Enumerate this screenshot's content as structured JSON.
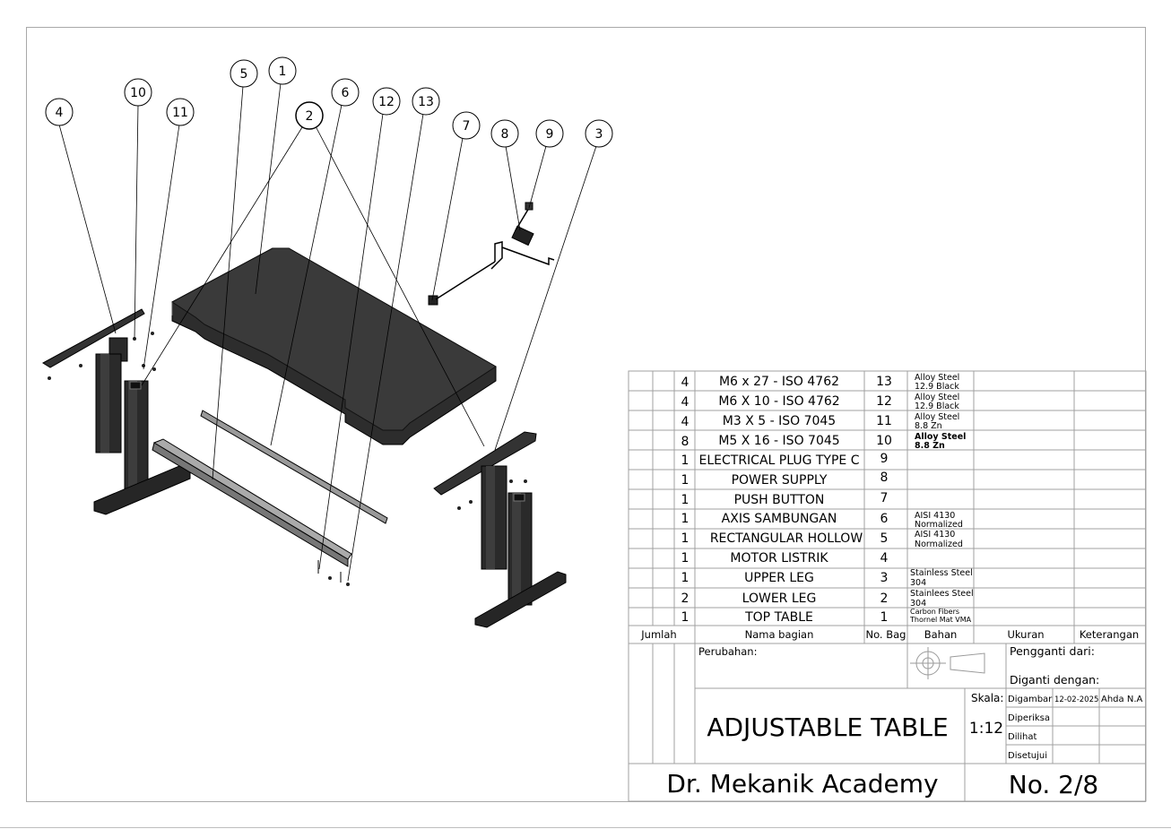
{
  "drawing": {
    "balloons": [
      {
        "id": "balloon-1",
        "text": "1"
      },
      {
        "id": "balloon-2",
        "text": "2"
      },
      {
        "id": "balloon-3",
        "text": "3"
      },
      {
        "id": "balloon-4",
        "text": "4"
      },
      {
        "id": "balloon-5",
        "text": "5"
      },
      {
        "id": "balloon-6",
        "text": "6"
      },
      {
        "id": "balloon-7",
        "text": "7"
      },
      {
        "id": "balloon-8",
        "text": "8"
      },
      {
        "id": "balloon-9",
        "text": "9"
      },
      {
        "id": "balloon-10",
        "text": "10"
      },
      {
        "id": "balloon-11",
        "text": "11"
      },
      {
        "id": "balloon-12",
        "text": "12"
      },
      {
        "id": "balloon-13",
        "text": "13"
      }
    ]
  },
  "bom": {
    "rows": [
      {
        "qty": "4",
        "name": "M6 x 27 - ISO 4762",
        "no": "13",
        "material": [
          "Alloy Steel",
          "12.9 Black"
        ]
      },
      {
        "qty": "4",
        "name": "M6 X 10 - ISO 4762",
        "no": "12",
        "material": [
          "Alloy Steel",
          "12.9 Black"
        ]
      },
      {
        "qty": "4",
        "name": "M3 X 5 - ISO 7045",
        "no": "11",
        "material": [
          "Alloy Steel",
          "8.8 Zn"
        ]
      },
      {
        "qty": "8",
        "name": "M5 X 16 - ISO 7045",
        "no": "10",
        "material": [
          "Alloy Steel",
          "8.8 Zn"
        ]
      },
      {
        "qty": "1",
        "name": "ELECTRICAL PLUG TYPE C",
        "no": "9",
        "material": []
      },
      {
        "qty": "1",
        "name": "POWER SUPPLY",
        "no": "8",
        "material": []
      },
      {
        "qty": "1",
        "name": "PUSH BUTTON",
        "no": "7",
        "material": []
      },
      {
        "qty": "1",
        "name": "AXIS SAMBUNGAN",
        "no": "6",
        "material": [
          "AISI 4130",
          "Normalized"
        ]
      },
      {
        "qty": "1",
        "name": "RECTANGULAR HOLLOW",
        "no": "5",
        "material": [
          "AISI 4130",
          "Normalized"
        ]
      },
      {
        "qty": "1",
        "name": "MOTOR LISTRIK",
        "no": "4",
        "material": []
      },
      {
        "qty": "1",
        "name": "UPPER LEG",
        "no": "3",
        "material": [
          "Stainless Steel",
          "304"
        ]
      },
      {
        "qty": "2",
        "name": "LOWER LEG",
        "no": "2",
        "material": [
          "Stainlees Steel",
          "304"
        ]
      },
      {
        "qty": "1",
        "name": "TOP TABLE",
        "no": "1",
        "material": [
          "Carbon Fibers",
          "Thornel Mat VMA"
        ]
      }
    ],
    "headers": {
      "qty": "Jumlah",
      "name": "Nama bagian",
      "no": "No. Bag",
      "material": "Bahan",
      "size": "Ukuran",
      "notes": "Keterangan"
    }
  },
  "title_block": {
    "changes_label": "Perubahan:",
    "replaces_label": "Pengganti dari:",
    "replaced_by_label": "Diganti dengan:",
    "title": "ADJUSTABLE TABLE",
    "scale_label": "Skala:",
    "scale_value": "1:12",
    "drawn_label": "Digambar",
    "drawn_date": "12-02-2025",
    "drawn_by": "Ahda N.A",
    "checked_label": "Diperiksa",
    "seen_label": "Dilihat",
    "approved_label": "Disetujui",
    "company": "Dr. Mekanik Academy",
    "sheet_number": "No. 2/8"
  }
}
